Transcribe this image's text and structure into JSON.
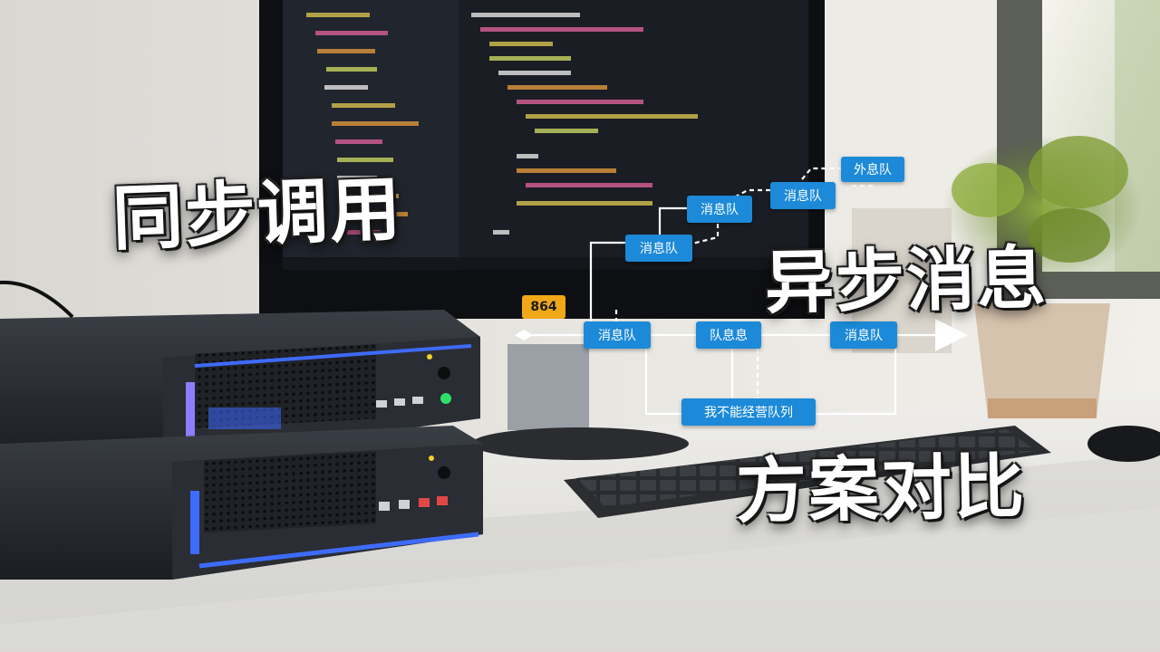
{
  "headlines": {
    "sync_call": "同步调用",
    "async_message": "异步消息",
    "comparison": "方案对比"
  },
  "diagram": {
    "badge": "864",
    "nodes": {
      "top_right": "外息队",
      "upper_right": "消息队",
      "upper_mid": "消息队",
      "upper_left": "消息队",
      "main_left": "消息队",
      "main_mid": "队息息",
      "main_right": "消息队",
      "bottom": "我不能经营队列"
    },
    "colors": {
      "node_fill": "#1c8ad8",
      "node_text": "#ffffff",
      "badge_fill": "#f0a818",
      "line": "#ffffff"
    }
  },
  "scene_colors": {
    "monitor_bezel": "#0e0f12",
    "screen_bg": "#1b1f27",
    "wall": "#e6e4df",
    "desk": "#e9e8e4",
    "server_body": "#22252b",
    "led_blue": "#3d6bff",
    "plant_green": "#6e8f2e",
    "pot": "#d6c3ad"
  }
}
